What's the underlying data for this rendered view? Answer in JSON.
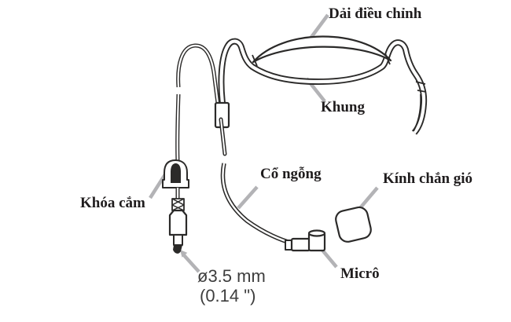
{
  "figure": {
    "labels": {
      "adjust_band": "Dải điều chỉnh",
      "frame": "Khung",
      "gooseneck": "Cổ ngỗng",
      "windscreen": "Kính chắn gió",
      "plug_lock": "Khóa cắm",
      "mic": "Micrô",
      "diameter_mm": "ø3.5 mm",
      "diameter_inch": "(0.14 \")"
    },
    "colors": {
      "line_art": "#2b2a29",
      "leader_line": "#b3b3b6",
      "dimension_text": "#3d3d3d",
      "label_text": "#1f1c1d",
      "background": "#ffffff"
    }
  }
}
